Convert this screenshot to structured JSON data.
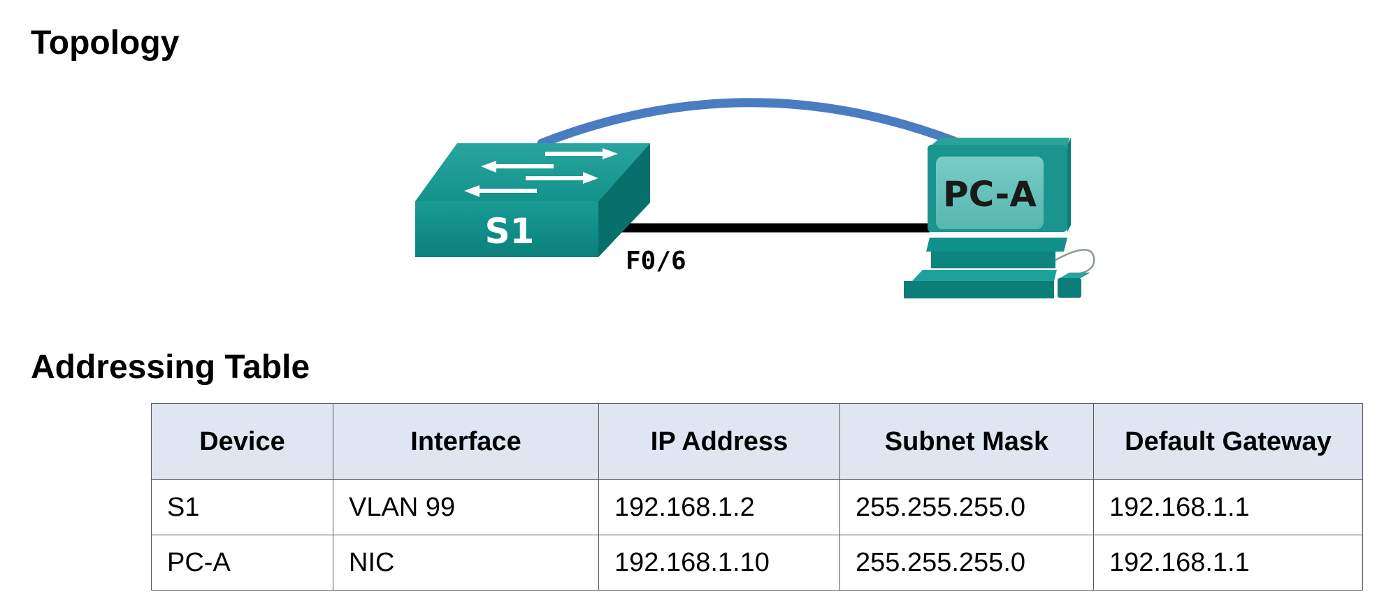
{
  "headings": {
    "topology": "Topology",
    "addressing_table": "Addressing Table"
  },
  "diagram": {
    "switch_label": "S1",
    "interface_label": "F0/6",
    "pc_label": "PC-A",
    "colors": {
      "device_teal": "#0a8a86",
      "device_light": "#3fb5ad",
      "screen_teal": "#62c2bc",
      "console_cable": "#4a7cc2",
      "ethernet_cable": "#000000"
    }
  },
  "addressing_table": {
    "headers": [
      "Device",
      "Interface",
      "IP Address",
      "Subnet Mask",
      "Default Gateway"
    ],
    "rows": [
      [
        "S1",
        "VLAN 99",
        "192.168.1.2",
        "255.255.255.0",
        "192.168.1.1"
      ],
      [
        "PC-A",
        "NIC",
        "192.168.1.10",
        "255.255.255.0",
        "192.168.1.1"
      ]
    ],
    "header_bg": "#e0e6f1"
  }
}
